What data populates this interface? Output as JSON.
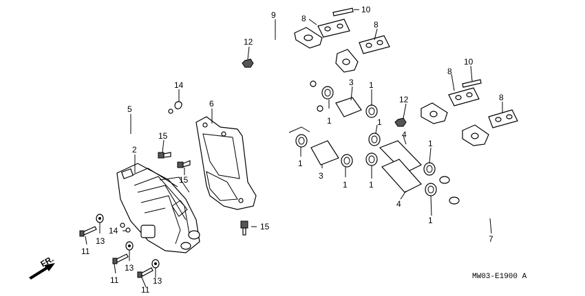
{
  "diagram": {
    "callouts": [
      {
        "id": "c1a",
        "text": "1"
      },
      {
        "id": "c1b",
        "text": "1"
      },
      {
        "id": "c1c",
        "text": "1"
      },
      {
        "id": "c1d",
        "text": "1"
      },
      {
        "id": "c1e",
        "text": "1"
      },
      {
        "id": "c1f",
        "text": "1"
      },
      {
        "id": "c1g",
        "text": "1"
      },
      {
        "id": "c1h",
        "text": "1"
      },
      {
        "id": "c2",
        "text": "2"
      },
      {
        "id": "c3a",
        "text": "3"
      },
      {
        "id": "c3b",
        "text": "3"
      },
      {
        "id": "c4a",
        "text": "4"
      },
      {
        "id": "c4b",
        "text": "4"
      },
      {
        "id": "c5",
        "text": "5"
      },
      {
        "id": "c6",
        "text": "6"
      },
      {
        "id": "c7",
        "text": "7"
      },
      {
        "id": "c8a",
        "text": "8"
      },
      {
        "id": "c8b",
        "text": "8"
      },
      {
        "id": "c8c",
        "text": "8"
      },
      {
        "id": "c8d",
        "text": "8"
      },
      {
        "id": "c9",
        "text": "9"
      },
      {
        "id": "c10a",
        "text": "10"
      },
      {
        "id": "c10b",
        "text": "10"
      },
      {
        "id": "c11a",
        "text": "11"
      },
      {
        "id": "c11b",
        "text": "11"
      },
      {
        "id": "c11c",
        "text": "11"
      },
      {
        "id": "c12a",
        "text": "12"
      },
      {
        "id": "c12b",
        "text": "12"
      },
      {
        "id": "c13a",
        "text": "13"
      },
      {
        "id": "c13b",
        "text": "13"
      },
      {
        "id": "c13c",
        "text": "13"
      },
      {
        "id": "c14a",
        "text": "14"
      },
      {
        "id": "c14b",
        "text": "14"
      },
      {
        "id": "c15a",
        "text": "15"
      },
      {
        "id": "c15b",
        "text": "15"
      },
      {
        "id": "c15c",
        "text": "15"
      }
    ],
    "front_label": "FR.",
    "diagram_code": "MW03-E1900 A"
  }
}
